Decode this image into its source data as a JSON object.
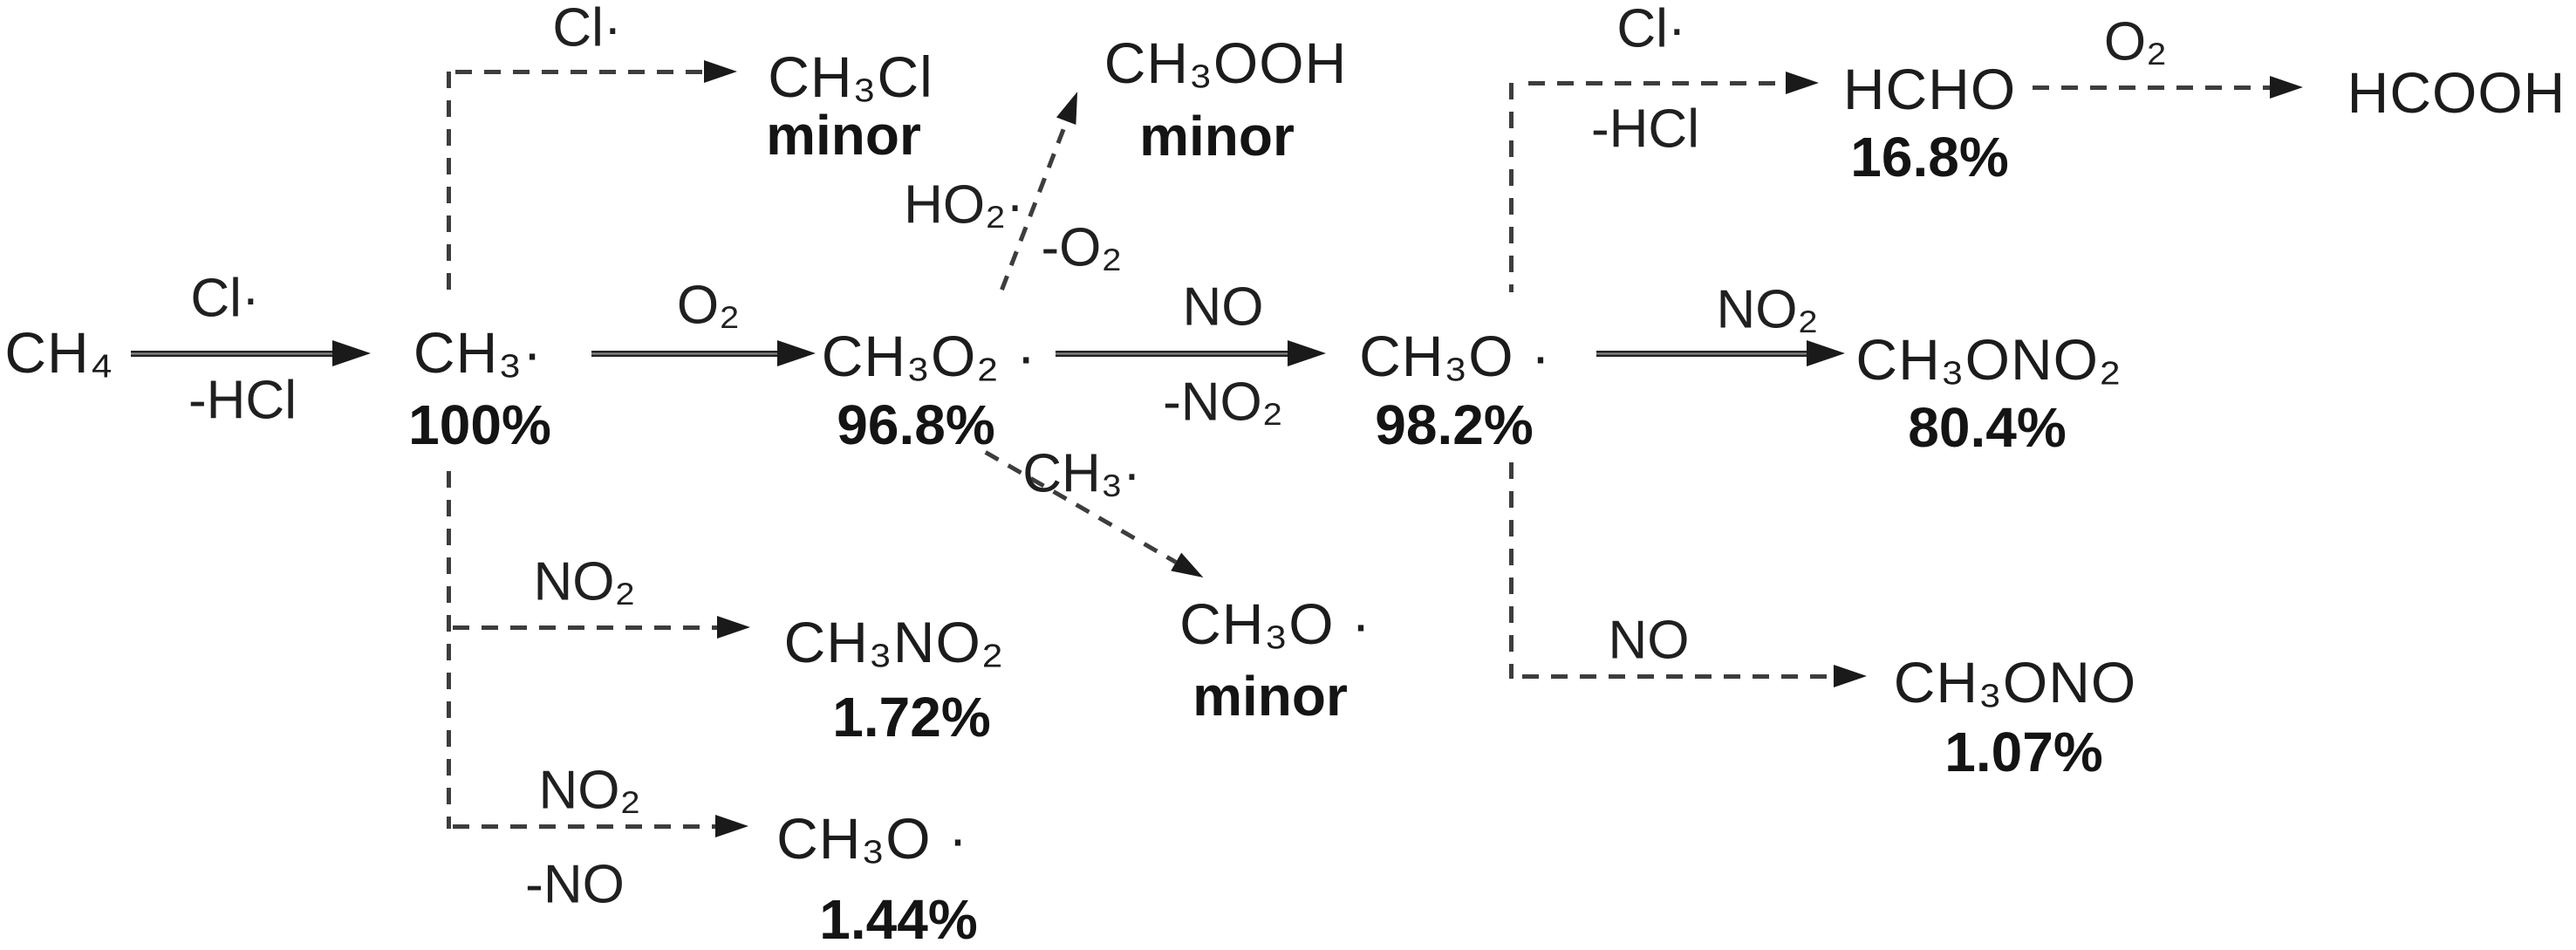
{
  "diagram": {
    "description": "Reaction mechanism scheme of methane chlorine-initiated oxidation with product yields",
    "colors": {
      "background": "#ffffff",
      "text": "#1c1c1c",
      "arrow": "#1a1a1a"
    },
    "nodes": {
      "ch4": {
        "formula": "CH₄"
      },
      "ch3": {
        "formula": "CH₃·",
        "yield": "100%"
      },
      "ch3o2": {
        "formula": "CH₃O₂ ·",
        "yield": "96.8%"
      },
      "ch3o": {
        "formula": "CH₃O ·",
        "yield": "98.2%"
      },
      "ch3ono2": {
        "formula": "CH₃ONO₂",
        "yield": "80.4%"
      },
      "ch3cl": {
        "formula": "CH₃Cl",
        "yield": "minor"
      },
      "ch3ooh": {
        "formula": "CH₃OOH",
        "yield": "minor"
      },
      "hcho": {
        "formula": "HCHO",
        "yield": "16.8%"
      },
      "hcooh": {
        "formula": "HCOOH"
      },
      "ch3no2": {
        "formula": "CH₃NO₂",
        "yield": "1.72%"
      },
      "ch3o_b": {
        "formula": "CH₃O ·",
        "yield": "1.44%"
      },
      "ch3o_m": {
        "formula": "CH₃O ·",
        "yield": "minor"
      },
      "ch3ono": {
        "formula": "CH₃ONO",
        "yield": "1.07%"
      }
    },
    "edges": {
      "a1": {
        "from": "CH₄",
        "to": "CH₃·",
        "reagent": "Cl·",
        "byproduct": "-HCl",
        "style": "solid"
      },
      "a2": {
        "from": "CH₃·",
        "to": "CH₃O₂·",
        "reagent": "O₂",
        "style": "solid"
      },
      "a3": {
        "from": "CH₃O₂·",
        "to": "CH₃O·",
        "reagent": "NO",
        "byproduct": "-NO₂",
        "style": "solid"
      },
      "a4": {
        "from": "CH₃O·",
        "to": "CH₃ONO₂",
        "reagent": "NO₂",
        "style": "solid"
      },
      "d1": {
        "from": "CH₃·",
        "to": "CH₃Cl",
        "reagent": "Cl·",
        "style": "dashed"
      },
      "d2": {
        "from": "CH₃O·",
        "to": "HCHO",
        "reagent": "Cl·",
        "byproduct": "-HCl",
        "style": "dashed"
      },
      "d3": {
        "from": "HCHO",
        "to": "HCOOH",
        "reagent": "O₂",
        "style": "dashed"
      },
      "d4": {
        "from": "CH₃·",
        "to": "CH₃NO₂",
        "reagent": "NO₂",
        "style": "dashed"
      },
      "d5": {
        "from": "CH₃·",
        "to": "CH₃O·",
        "reagent": "NO₂",
        "byproduct": "-NO",
        "style": "dashed"
      },
      "d6": {
        "from": "CH₃O·",
        "to": "CH₃ONO",
        "reagent": "NO",
        "style": "dashed"
      },
      "g1": {
        "from": "CH₃O₂·",
        "to": "CH₃OOH",
        "reagent": "HO₂·",
        "byproduct": "-O₂",
        "style": "dashed-diagonal"
      },
      "g2": {
        "from": "CH₃O₂·",
        "to": "CH₃O·",
        "reagent": "CH₃·",
        "style": "dashed-diagonal"
      }
    }
  }
}
